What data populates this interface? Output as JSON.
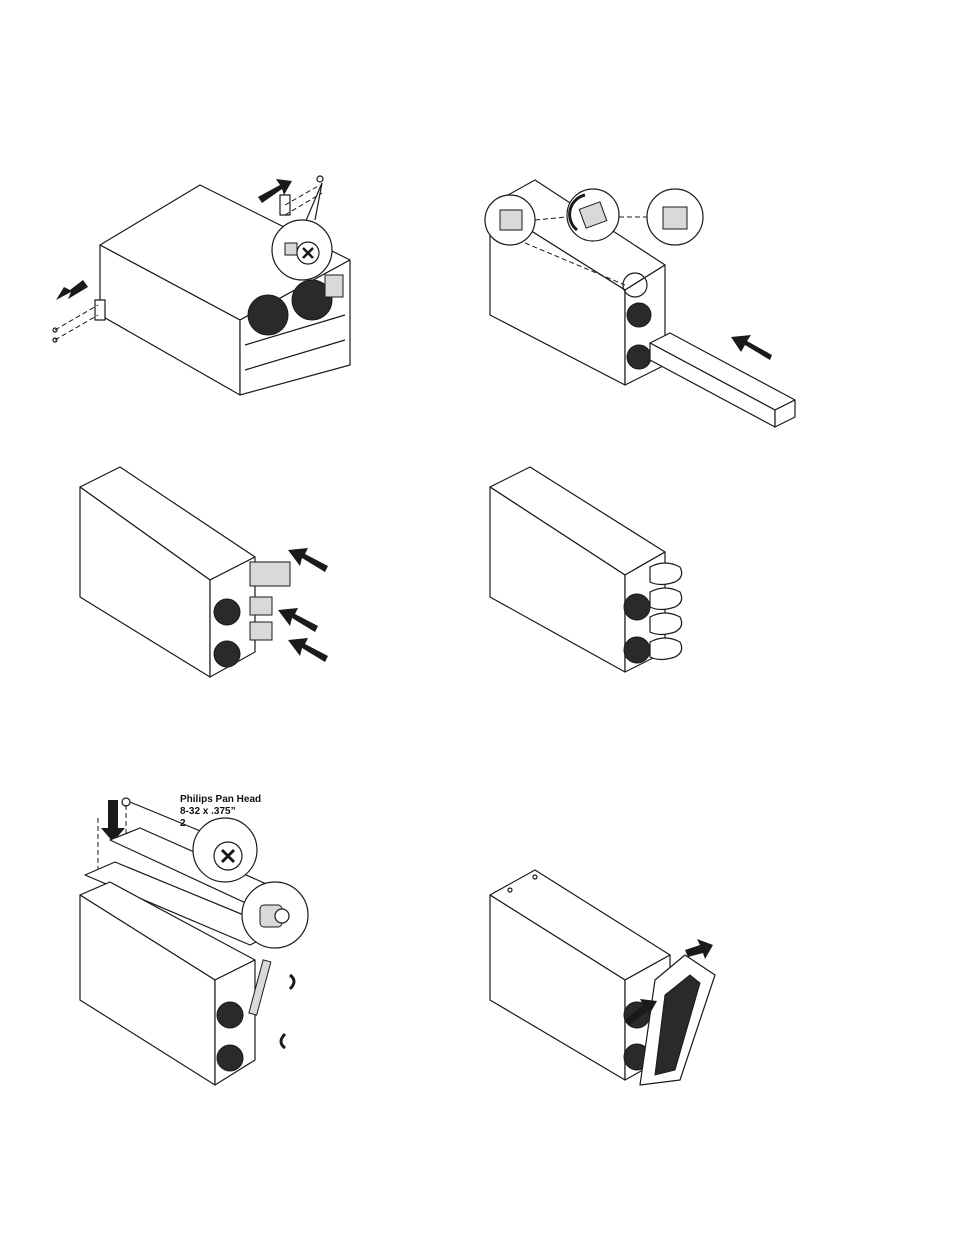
{
  "callout": {
    "line1": "Philips Pan Head",
    "line2": "8-32 x .375”",
    "line3": "2"
  },
  "icons": [
    "phillips-screw-head-icon",
    "arrow-icon",
    "ups-cabinet-icon",
    "battery-module-icon",
    "hand-icon",
    "front-bezel-icon"
  ],
  "colors": {
    "line": "#1a1a1a",
    "shade": "#2a2a2a",
    "background": "#ffffff"
  }
}
